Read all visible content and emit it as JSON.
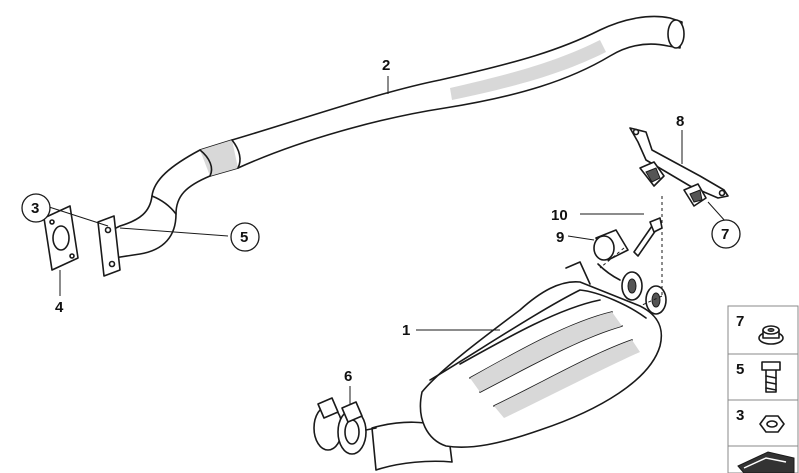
{
  "diagram": {
    "callouts": [
      {
        "id": "c1",
        "text": "1"
      },
      {
        "id": "c2",
        "text": "2"
      },
      {
        "id": "c3",
        "text": "3"
      },
      {
        "id": "c4",
        "text": "4"
      },
      {
        "id": "c5",
        "text": "5"
      },
      {
        "id": "c6",
        "text": "6"
      },
      {
        "id": "c7",
        "text": "7"
      },
      {
        "id": "c8",
        "text": "8"
      },
      {
        "id": "c9",
        "text": "9"
      },
      {
        "id": "c10",
        "text": "10"
      }
    ],
    "legend": [
      {
        "text": "7"
      },
      {
        "text": "5"
      },
      {
        "text": "3"
      }
    ]
  },
  "colors": {
    "line": "#1a1a1a",
    "shade": "#d8d8d8",
    "panel_border": "#888888"
  }
}
